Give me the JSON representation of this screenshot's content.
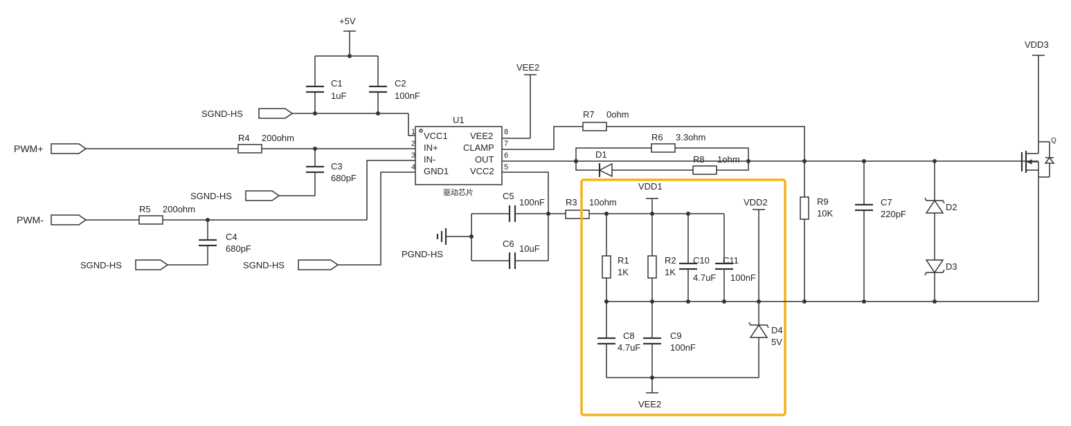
{
  "power": {
    "p5v": "+5V",
    "vee2_top": "VEE2",
    "vdd1": "VDD1",
    "vdd2": "VDD2",
    "vdd3": "VDD3",
    "vee2_bottom": "VEE2"
  },
  "ports": {
    "pwm_plus": "PWM+",
    "pwm_minus": "PWM-",
    "sgnd1": "SGND-HS",
    "sgnd2": "SGND-HS",
    "sgnd3": "SGND-HS",
    "sgnd4": "SGND-HS",
    "pgnd": "PGND-HS"
  },
  "chip": {
    "ref": "U1",
    "caption": "驱动芯片",
    "left_pins": [
      {
        "num": "1",
        "name": "VCC1"
      },
      {
        "num": "2",
        "name": "IN+"
      },
      {
        "num": "3",
        "name": "IN-"
      },
      {
        "num": "4",
        "name": "GND1"
      }
    ],
    "right_pins": [
      {
        "num": "8",
        "name": "VEE2"
      },
      {
        "num": "7",
        "name": "CLAMP"
      },
      {
        "num": "6",
        "name": "OUT"
      },
      {
        "num": "5",
        "name": "VCC2"
      }
    ]
  },
  "components": {
    "C1": {
      "ref": "C1",
      "value": "1uF"
    },
    "C2": {
      "ref": "C2",
      "value": "100nF"
    },
    "C3": {
      "ref": "C3",
      "value": "680pF"
    },
    "C4": {
      "ref": "C4",
      "value": "680pF"
    },
    "C5": {
      "ref": "C5",
      "value": "100nF"
    },
    "C6": {
      "ref": "C6",
      "value": "10uF"
    },
    "C7": {
      "ref": "C7",
      "value": "220pF"
    },
    "C8": {
      "ref": "C8",
      "value": "4.7uF"
    },
    "C9": {
      "ref": "C9",
      "value": "100nF"
    },
    "C10": {
      "ref": "C10",
      "value": "4.7uF"
    },
    "C11": {
      "ref": "C11",
      "value": "100nF"
    },
    "R1": {
      "ref": "R1",
      "value": "1K"
    },
    "R2": {
      "ref": "R2",
      "value": "1K"
    },
    "R3": {
      "ref": "R3",
      "value": "10ohm"
    },
    "R4": {
      "ref": "R4",
      "value": "200ohm"
    },
    "R5": {
      "ref": "R5",
      "value": "200ohm"
    },
    "R6": {
      "ref": "R6",
      "value": "3.3ohm"
    },
    "R7": {
      "ref": "R7",
      "value": "0ohm"
    },
    "R8": {
      "ref": "R8",
      "value": "1ohm"
    },
    "R9": {
      "ref": "R9",
      "value": "10K"
    },
    "D1": {
      "ref": "D1"
    },
    "D2": {
      "ref": "D2"
    },
    "D3": {
      "ref": "D3"
    },
    "D4": {
      "ref": "D4",
      "value": "5V"
    },
    "Q": {
      "ref": "Q"
    }
  },
  "highlight": {
    "color": "#f5b21b"
  }
}
